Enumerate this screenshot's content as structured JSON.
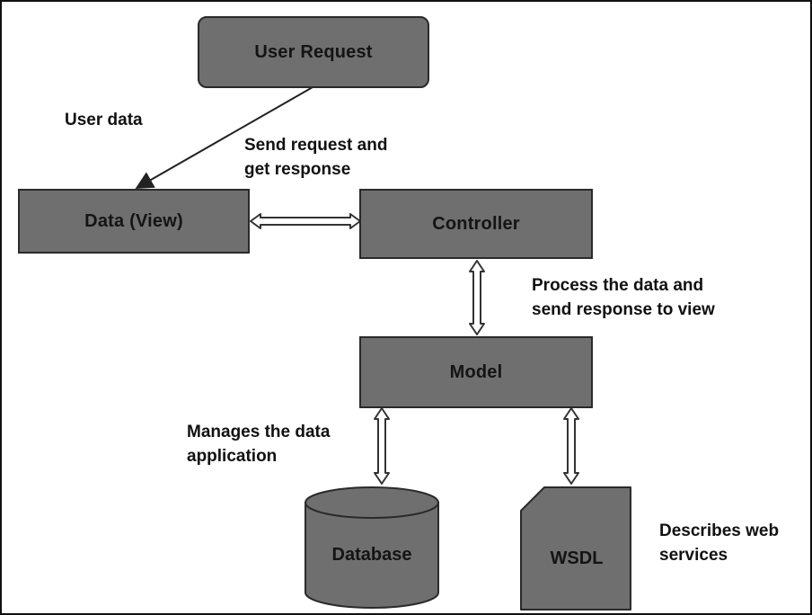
{
  "nodes": {
    "user_request": "User Request",
    "data_view": "Data (View)",
    "controller": "Controller",
    "model": "Model",
    "database": "Database",
    "wsdl": "WSDL"
  },
  "annotations": {
    "user_data": "User data",
    "send_request": [
      "Send request and",
      "get response"
    ],
    "process_data": [
      "Process the data and",
      "send response to view"
    ],
    "manages_data": [
      "Manages the data",
      "application"
    ],
    "describes_web": [
      "Describes web",
      "services"
    ]
  },
  "colors": {
    "box_fill": "#6f6f6f",
    "box_border": "#2a2a2a",
    "arrow_fill": "#ffffff",
    "arrow_stroke": "#333333"
  }
}
